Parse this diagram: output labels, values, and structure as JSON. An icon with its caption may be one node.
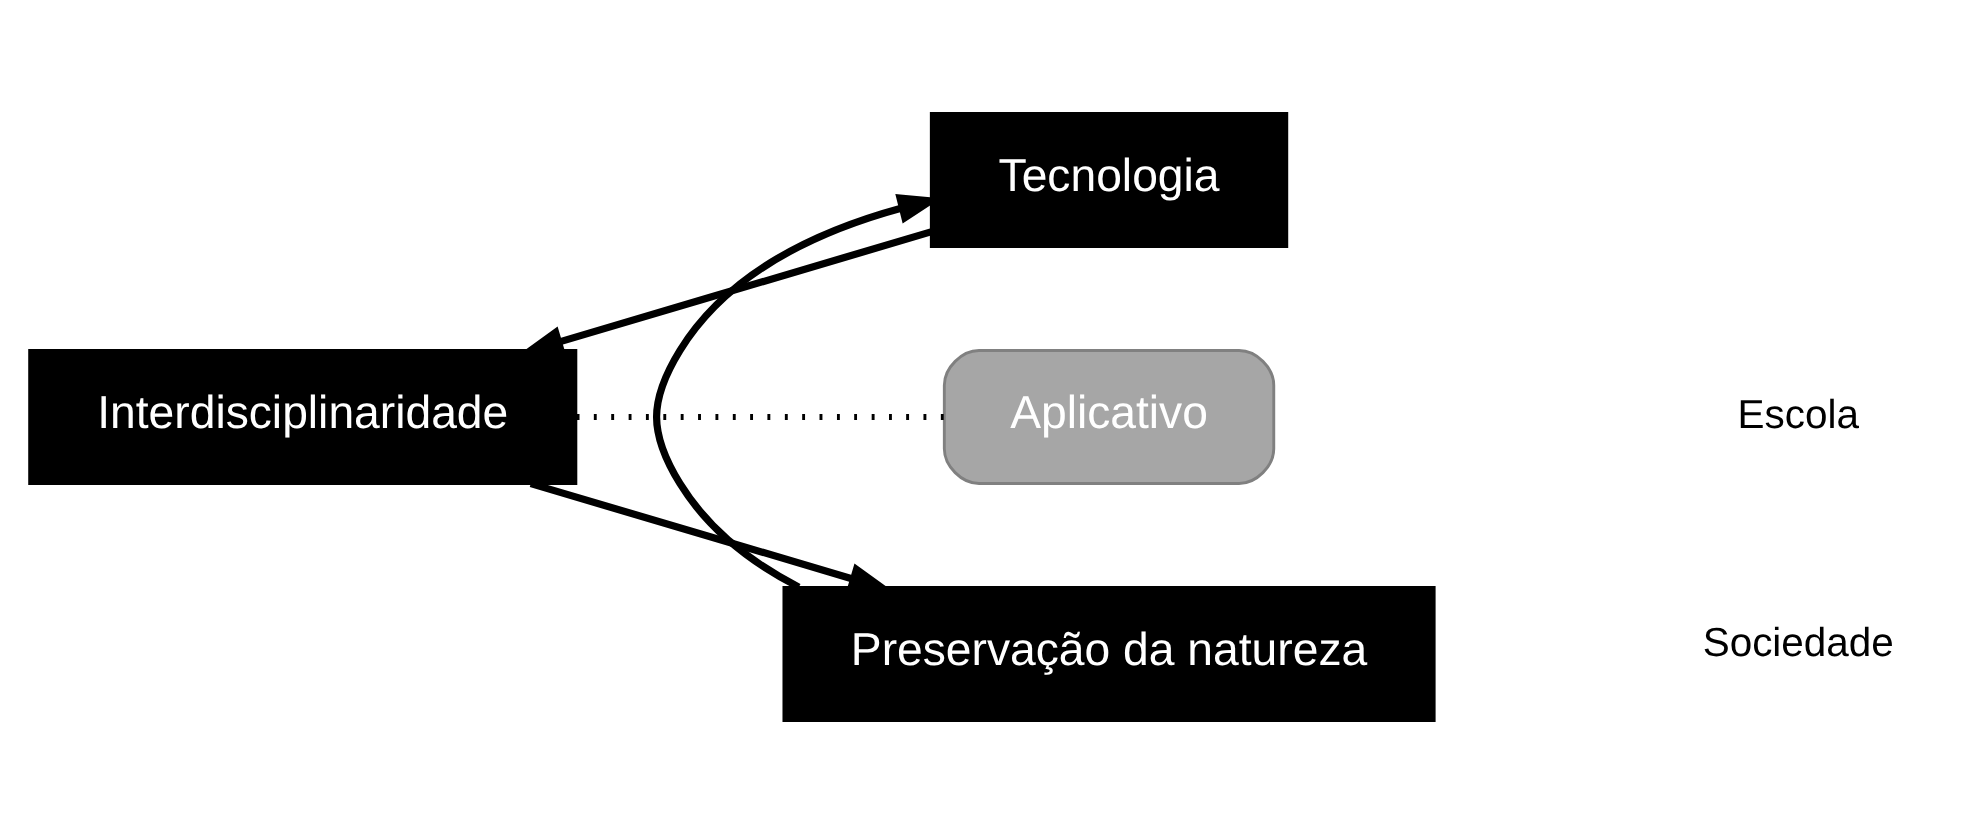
{
  "diagram": {
    "nodes": [
      {
        "text": [
          "Tecnologia"
        ]
      },
      {
        "text": [
          "Interdisciplinaridade"
        ]
      },
      {
        "text": [
          "Aplicativo"
        ]
      },
      {
        "text": [
          "Preservação da natureza"
        ]
      }
    ],
    "edges": [
      {
        "from": 0,
        "to": 1,
        "arrow": "to"
      },
      {
        "from": 1,
        "to": 3,
        "arrow": "to"
      },
      {
        "from": 3,
        "to": 0,
        "arrow": "to"
      },
      {
        "from": 1,
        "to": 2,
        "arrow": "none",
        "style": "dashed"
      }
    ],
    "labels": [
      "Escola",
      "Sociedade"
    ]
  }
}
